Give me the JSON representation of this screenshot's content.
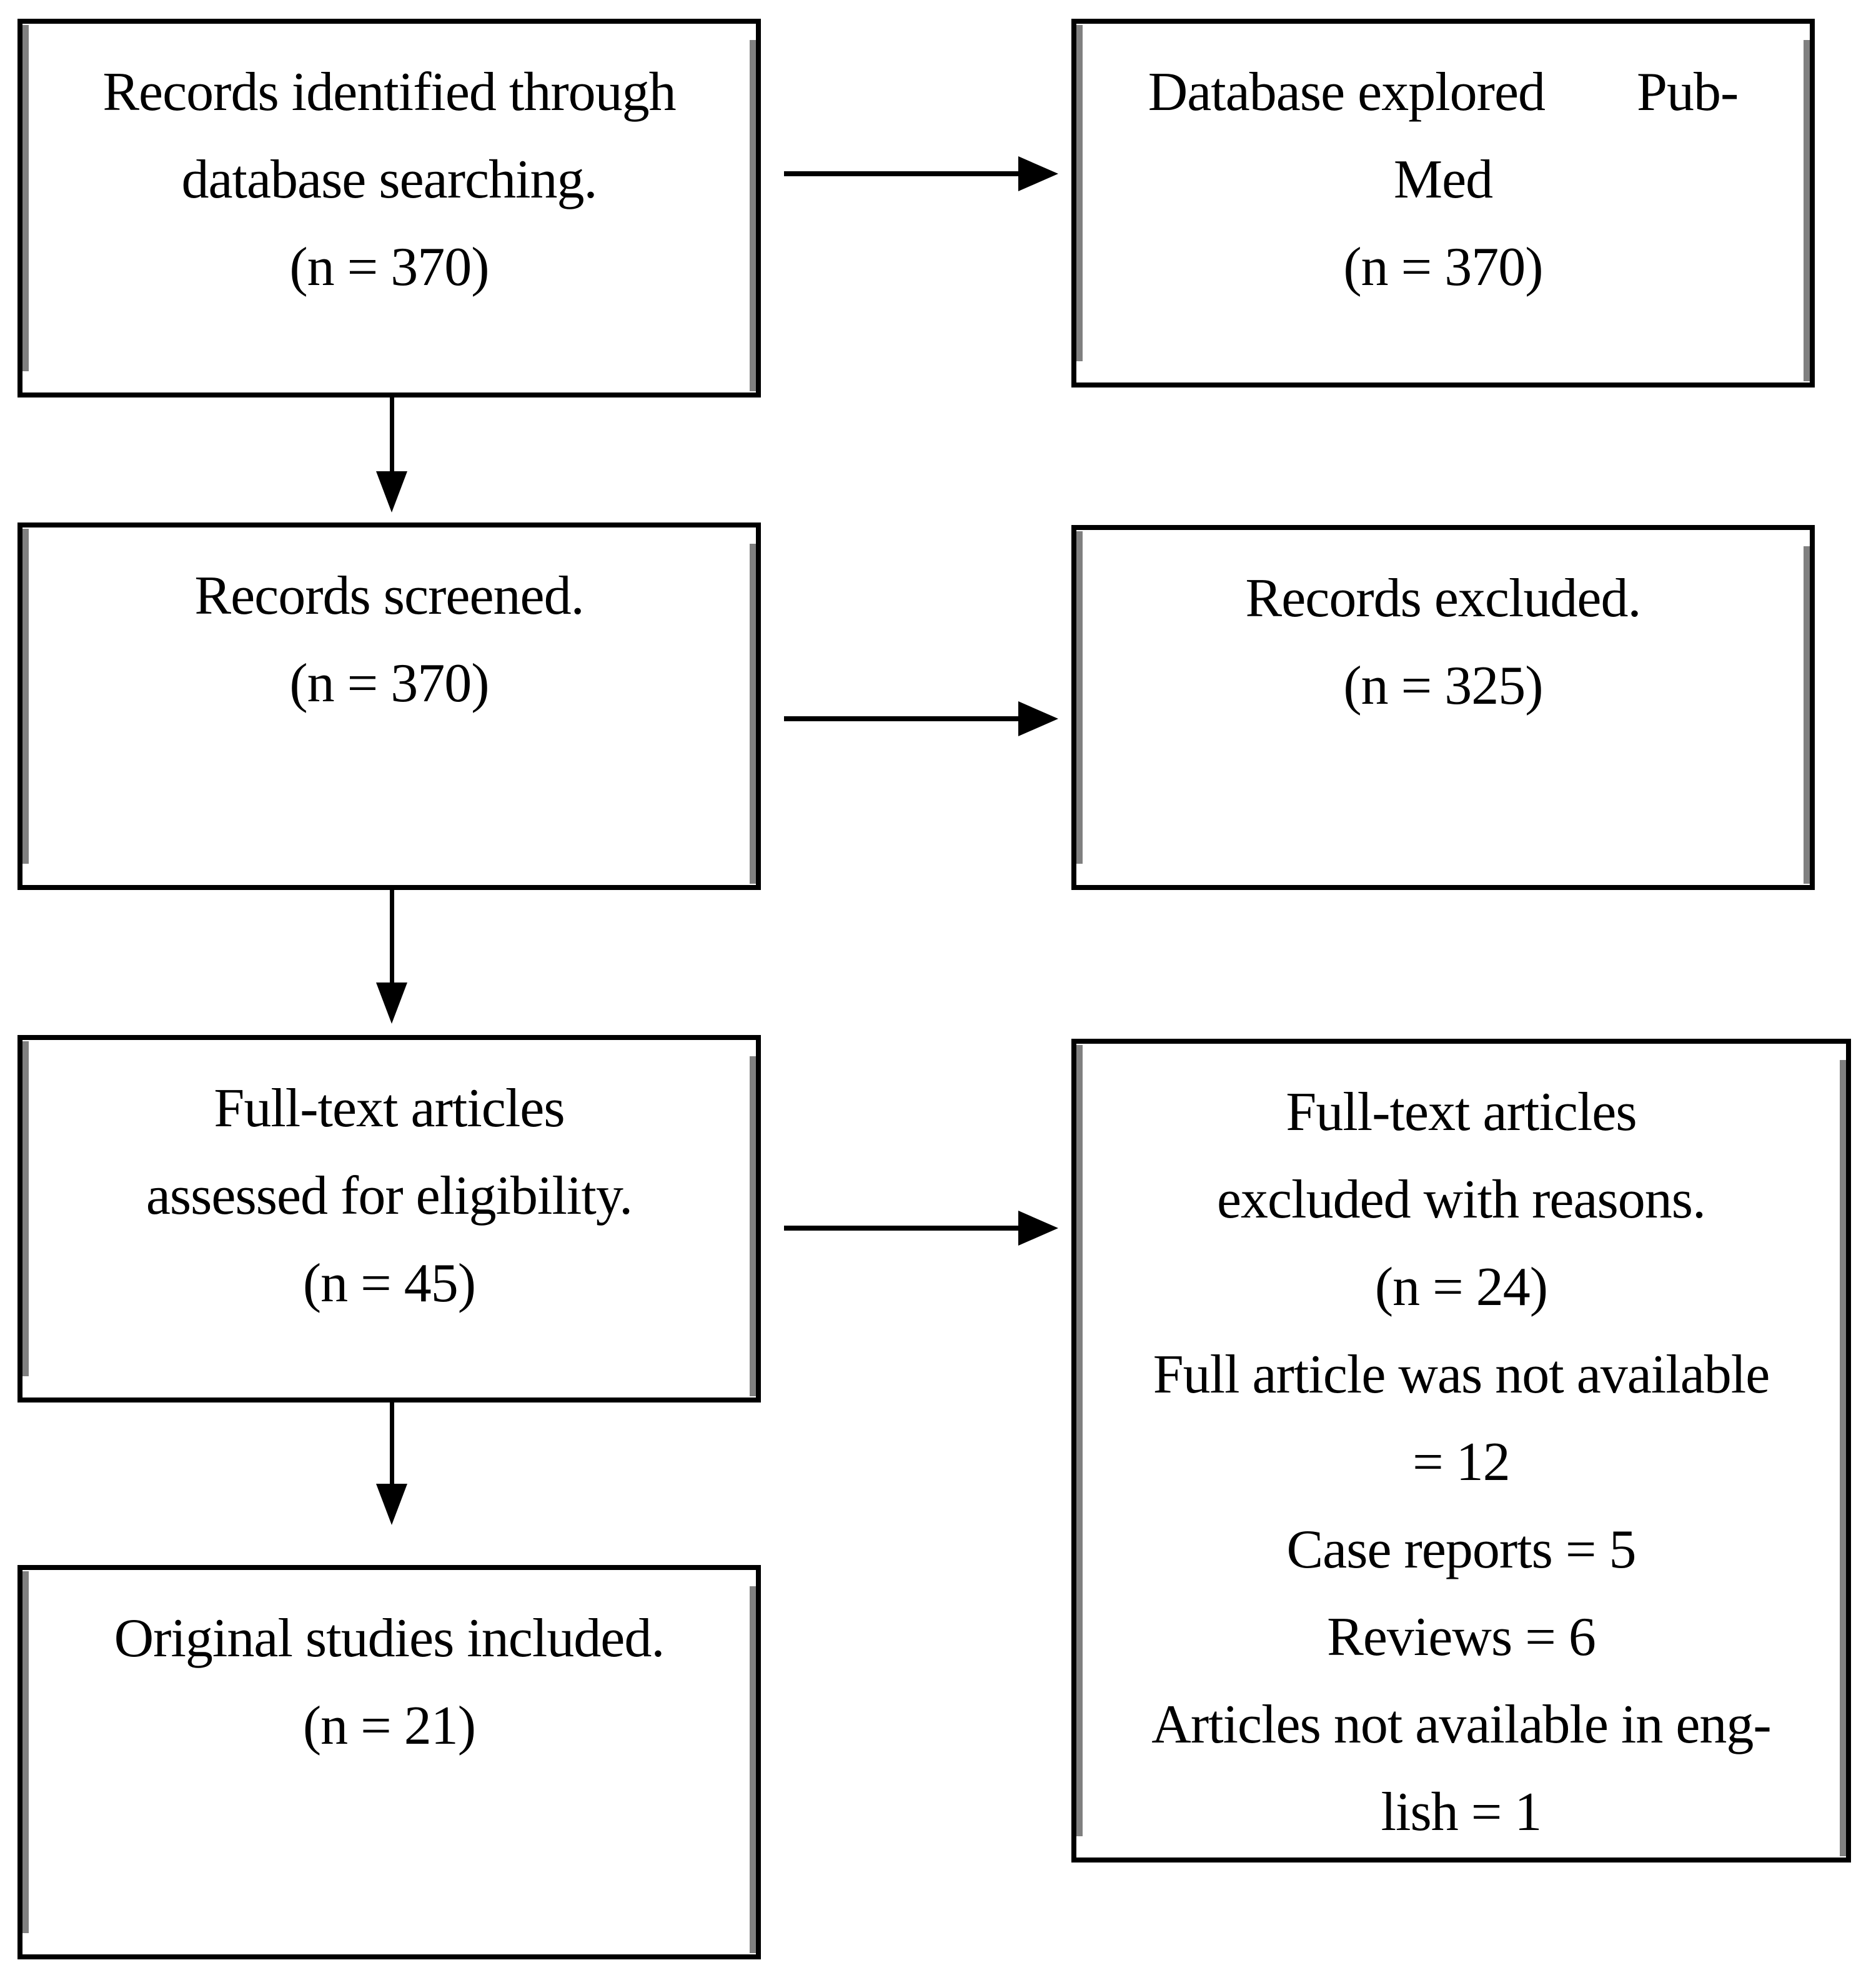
{
  "diagram": {
    "colors": {
      "border": "#000000",
      "shadow": "#808080",
      "text": "#000000",
      "background": "#ffffff"
    },
    "boxes": {
      "identification": {
        "lines": [
          "Records identified through",
          "database searching.",
          "(n = 370)"
        ]
      },
      "database": {
        "lines": [
          "Database explored       Pub-",
          "Med",
          "(n = 370)"
        ]
      },
      "screening": {
        "lines": [
          "Records screened.",
          "(n = 370)"
        ]
      },
      "excluded": {
        "lines": [
          "Records excluded.",
          "(n = 325)"
        ]
      },
      "eligibility": {
        "lines": [
          "Full-text articles",
          "assessed for eligibility.",
          "(n = 45)"
        ]
      },
      "reasons": {
        "lines": [
          "Full-text articles",
          "excluded with reasons.",
          "(n = 24)",
          "Full article was not available",
          "= 12",
          "Case reports = 5",
          "Reviews = 6",
          "Articles not available in eng-",
          "lish = 1"
        ]
      },
      "included": {
        "lines": [
          "Original studies included.",
          "(n = 21)"
        ]
      }
    }
  }
}
